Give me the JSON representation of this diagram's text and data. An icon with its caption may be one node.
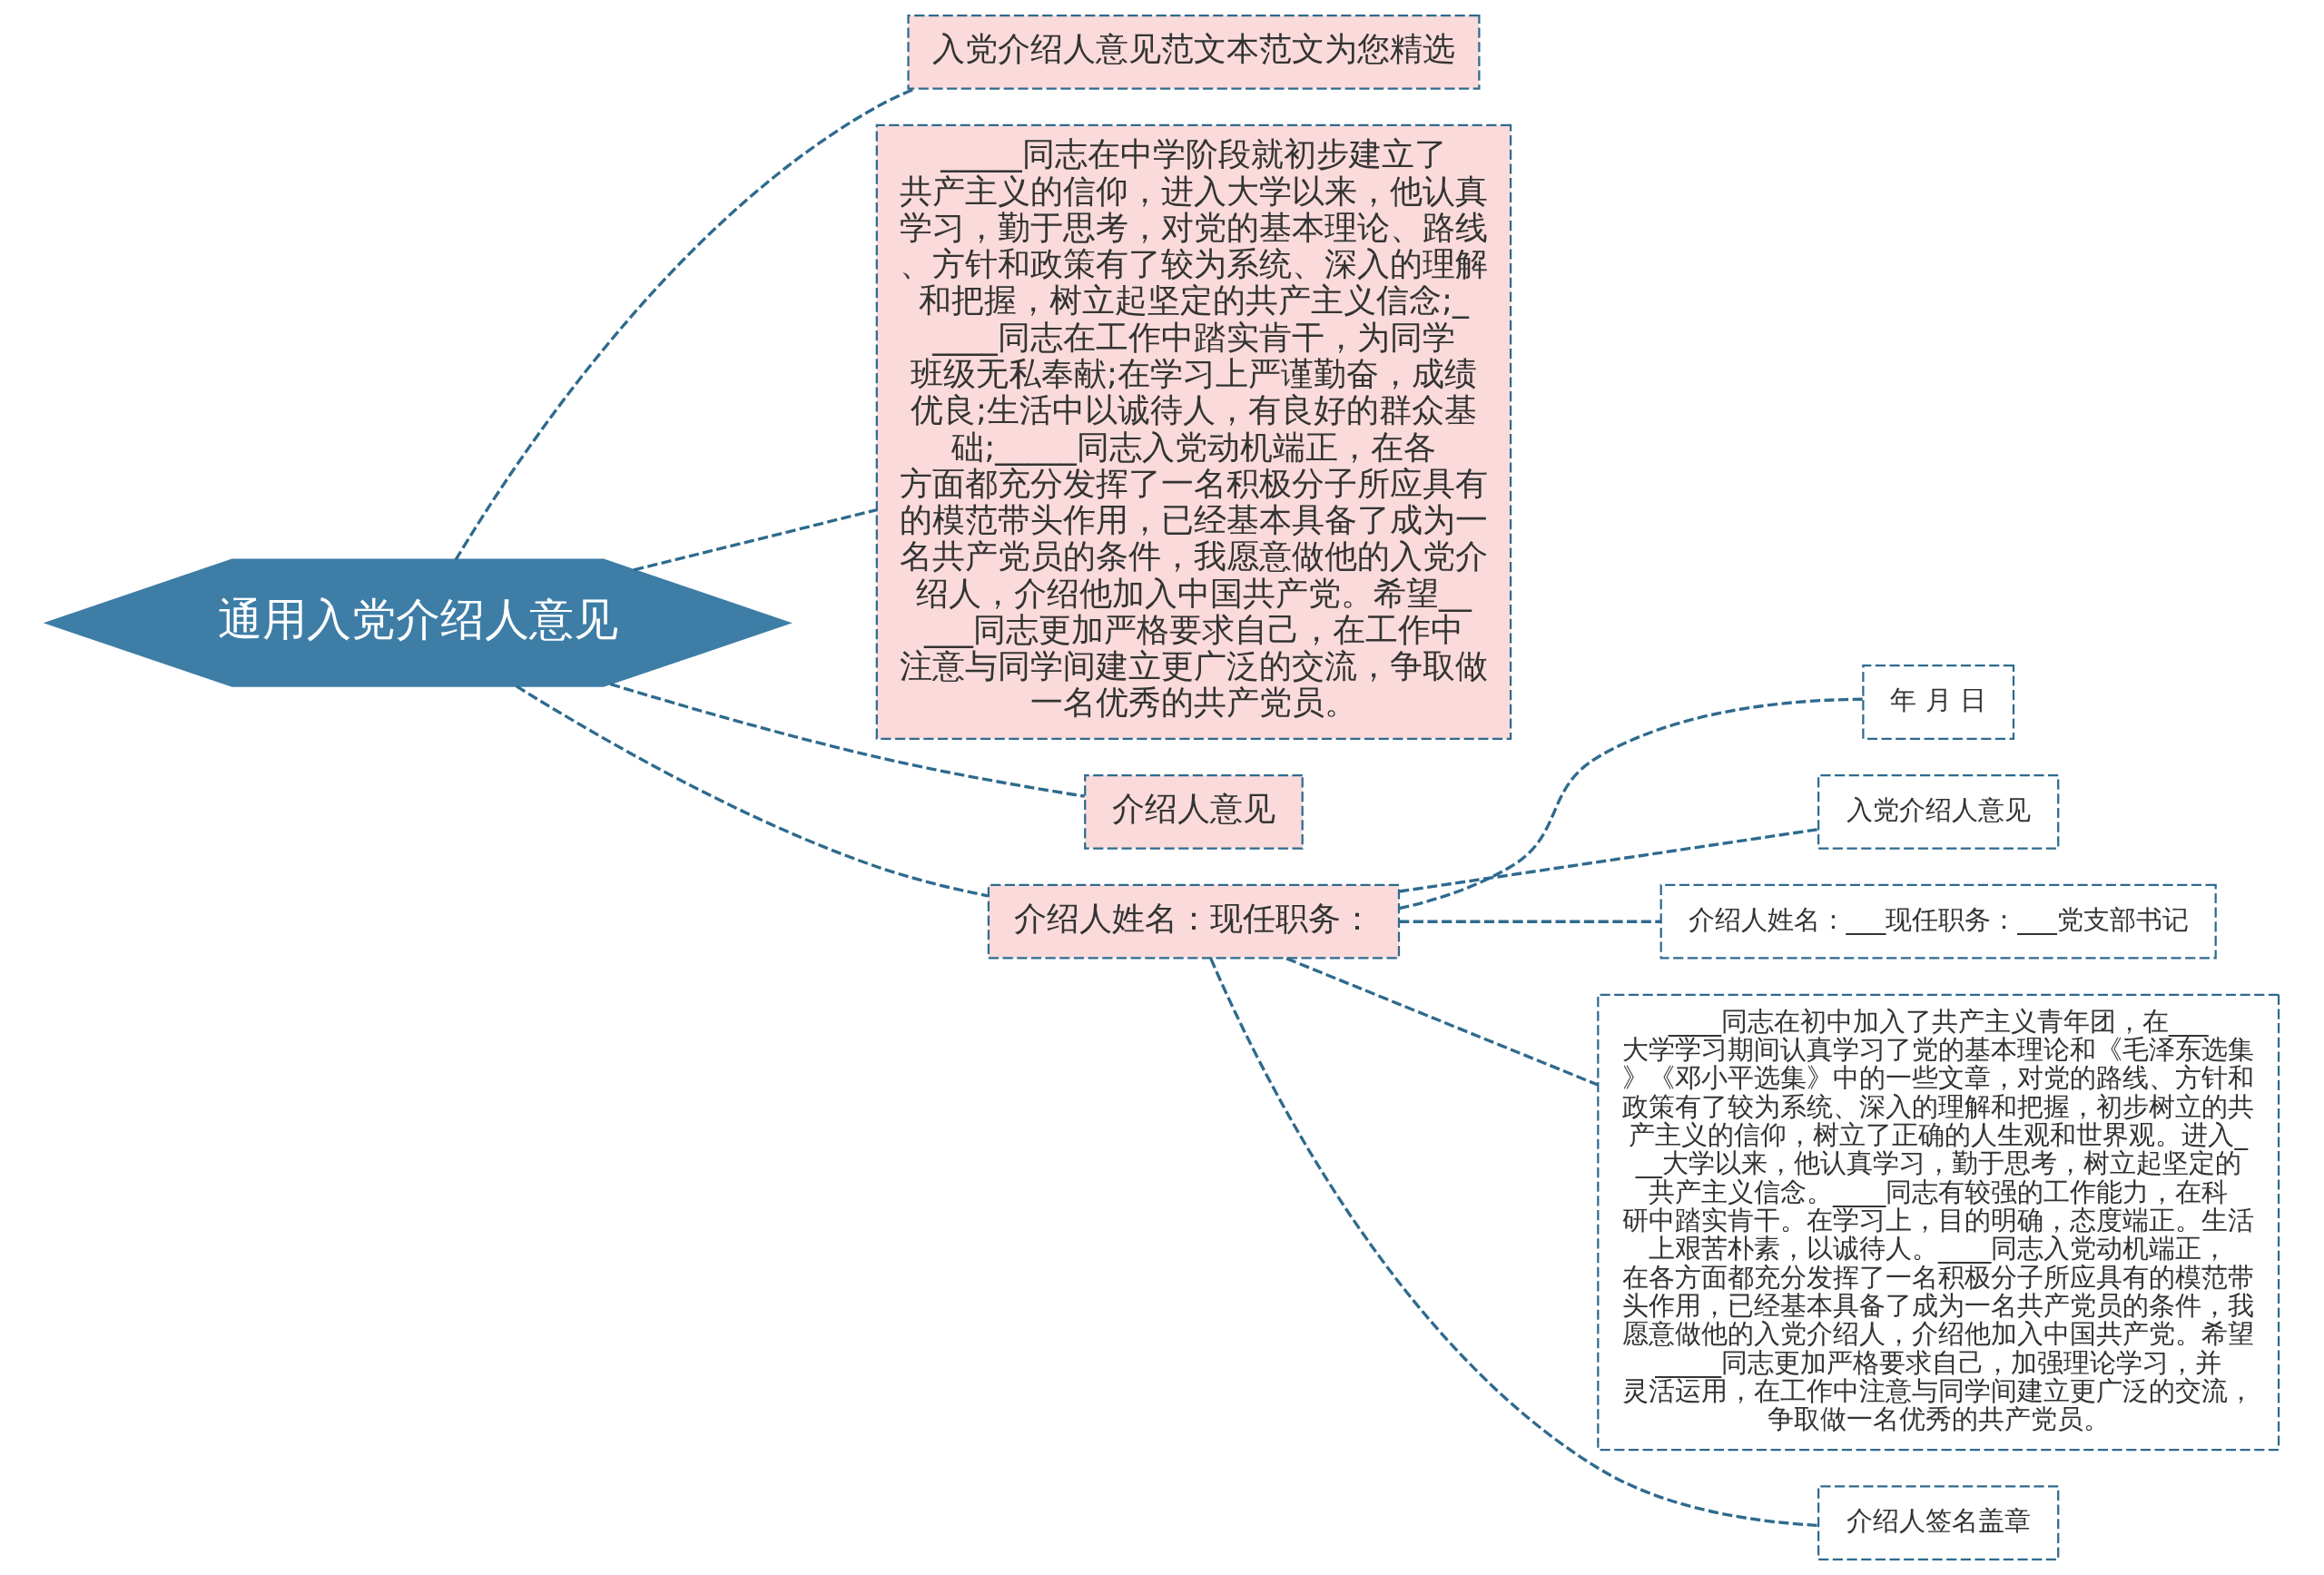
{
  "diagram": {
    "nodes": [
      {
        "text": [
          "通用入党介绍人意见"
        ]
      },
      {
        "text": [
          "入党介绍人意见范文本范文为您精选"
        ]
      },
      {
        "text": [
          "_____同志在中学阶段就初步建立了共产主义的信仰，进入大学以来，他认真学习，勤于思考，对党的基本理论、路线、方针和政策有了较为系统、深入的理解和把握，树立起坚定的共产主义信念;_____同志在工作中踏实肯干，为同学班级无私奉献;在学习上严谨勤奋，成绩优良;生活中以诚待人，有良好的群众基础;_____同志入党动机端正，在各方面都充分发挥了一名积极分子所应具有的模范带头作用，已经基本具备了成为一名共产党员的条件，我愿意做他的入党介绍人，介绍他加入中国共产党。希望_____同志更加严格要求自己，在工作中注意与同学间建立更广泛的交流，争取做一名优秀的共产党员。"
        ]
      },
      {
        "text": [
          "介绍人意见"
        ]
      },
      {
        "text": [
          "介绍人姓名：现任职务："
        ]
      },
      {
        "text": [
          "年 月 日"
        ]
      },
      {
        "text": [
          "入党介绍人意见"
        ]
      },
      {
        "text": [
          "介绍人姓名：___现任职务：___党支部书记"
        ]
      },
      {
        "text": [
          "____同志在初中加入了共产主义青年团，在___大学学习期间认真学习了党的基本理论和《毛泽东选集》《邓小平选集》中的一些文章，对党的路线、方针和政策有了较为系统、深入的理解和把握，初步树立的共产主义的信仰，树立了正确的人生观和世界观。进入___大学以来，他认真学习，勤于思考，树立起坚定的共产主义信念。____同志有较强的工作能力，在科研中踏实肯干。在学习上，目的明确，态度端正。生活上艰苦朴素，以诚待人。____同志入党动机端正，在各方面都充分发挥了一名积极分子所应具有的模范带头作用，已经基本具备了成为一名共产党员的条件，我愿意做他的入党介绍人，介绍他加入中国共产党。希望_____同志更加严格要求自己，加强理论学习，并灵活运用，在工作中注意与同学间建立更广泛的交流，争取做一名优秀的共产党员。"
        ]
      },
      {
        "text": [
          "介绍人签名盖章"
        ]
      }
    ],
    "edges": [
      {
        "from": 0,
        "to": 1,
        "arrow": "none"
      },
      {
        "from": 0,
        "to": 2,
        "arrow": "none"
      },
      {
        "from": 0,
        "to": 3,
        "arrow": "none"
      },
      {
        "from": 0,
        "to": 4,
        "arrow": "none"
      },
      {
        "from": 4,
        "to": 5,
        "arrow": "none"
      },
      {
        "from": 4,
        "to": 6,
        "arrow": "none"
      },
      {
        "from": 4,
        "to": 7,
        "arrow": "none"
      },
      {
        "from": 4,
        "to": 8,
        "arrow": "none"
      },
      {
        "from": 4,
        "to": 9,
        "arrow": "none"
      }
    ]
  }
}
